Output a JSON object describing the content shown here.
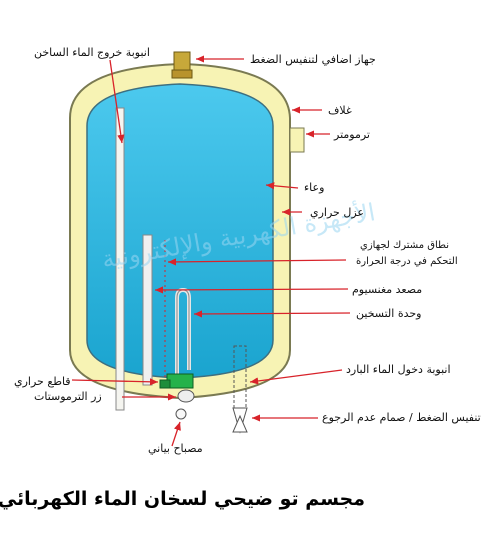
{
  "title": "مجسم تو ضيحي لسخان الماء الكهربائي",
  "watermark": "الأجهزة الكهربية والإلكترونية",
  "labels": {
    "hot_water_outlet": "انبوبة خروج الماء الساخن",
    "pressure_relief": "جهاز اضافي لتنفيس الضغط",
    "jacket": "غلاف",
    "thermometer": "ترمومتر",
    "vessel": "وعاء",
    "insulation": "عزل حراري",
    "thermostat_range_1": "نطاق مشترك لجهازي",
    "thermostat_range_2": "التحكم في درجة الحرارة",
    "magnesium_rod": "مصعد مغنسيوم",
    "heating_unit": "وحدة التسخين",
    "thermal_cutout": "قاطع حراري",
    "cold_water_inlet": "انبوبة دخول الماء البارد",
    "thermostat_button": "زر الترموستات",
    "relief_valve": "تنفيس الضغط / صمام عدم الرجوع",
    "pilot_lamp": "مصباح بياني"
  },
  "colors": {
    "water": "#2fc0e8",
    "water_dark": "#1aa4cf",
    "insulation": "#f7f3b4",
    "outline": "#7a7a52",
    "arrow": "#d8232a",
    "element": "#20a040"
  }
}
